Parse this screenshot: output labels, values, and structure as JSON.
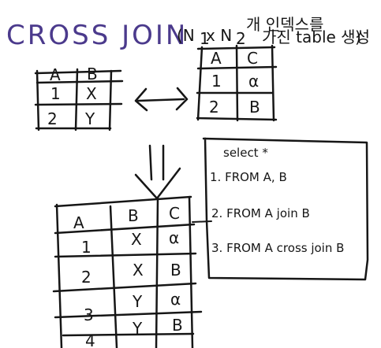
{
  "title": {
    "heading": "CROSS JOIN",
    "note_open": "(N",
    "note_sub1": "1",
    "note_x": "x N",
    "note_sub2": "2",
    "note_korean_line1": "개 인덱스를",
    "note_korean_line2": "가진 table 생성",
    "note_close": ")"
  },
  "table_left": {
    "headers": [
      "A",
      "B"
    ],
    "rows": [
      [
        "1",
        "X"
      ],
      [
        "2",
        "Y"
      ]
    ]
  },
  "table_right": {
    "headers": [
      "A",
      "C"
    ],
    "rows": [
      [
        "1",
        "α"
      ],
      [
        "2",
        "B"
      ]
    ]
  },
  "result_table": {
    "headers": [
      "A",
      "B",
      "C"
    ],
    "rows": [
      [
        "1",
        "X",
        "α"
      ],
      [
        "2",
        "X",
        "B"
      ],
      [
        "3",
        "Y",
        "α"
      ],
      [
        "4",
        "Y",
        "B"
      ]
    ]
  },
  "query_box": {
    "select": "select *",
    "lines": [
      "1. FROM A, B",
      "2. FROM A join B",
      "3. FROM A cross join B"
    ]
  },
  "colors": {
    "ink": "#161616",
    "title_ink": "#4b3a8c",
    "background": "#ffffff"
  }
}
